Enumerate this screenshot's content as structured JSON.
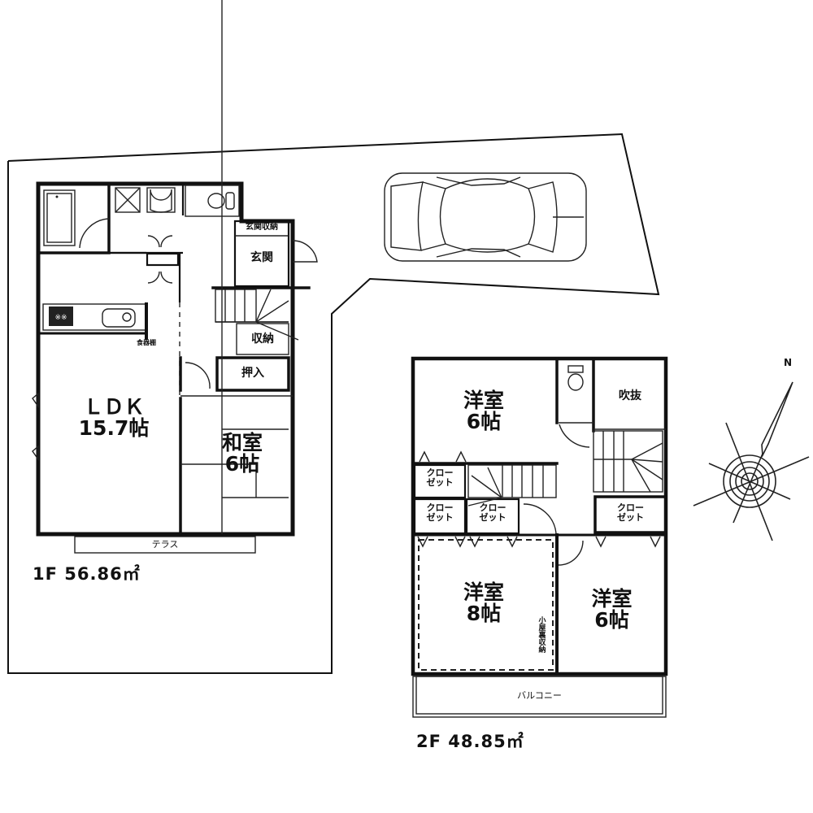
{
  "floor_1": {
    "area_label": "1F  56.86㎡",
    "rooms": {
      "ldk": {
        "name": "ＬＤＫ",
        "size": "15.7帖"
      },
      "washitsu": {
        "name": "和室",
        "size": "6帖"
      },
      "genkan": "玄関",
      "genkan_storage": "玄関収納",
      "storage": "収納",
      "oshiire": "押入",
      "terrace": "テラス",
      "cupboard": "食器棚"
    }
  },
  "floor_2": {
    "area_label": "2F  48.85㎡",
    "rooms": {
      "western_top": {
        "name": "洋室",
        "size": "6帖"
      },
      "western_8": {
        "name": "洋室",
        "size": "8帖"
      },
      "western_6": {
        "name": "洋室",
        "size": "6帖"
      },
      "fukinuke": "吹抜",
      "closet_a": "クロー\nゼット",
      "closet_b": "クロー\nゼット",
      "closet_c": "クロー\nゼット",
      "closet_d": "クロー\nゼット",
      "attic_storage": "小屋裏収納",
      "balcony": "バルコニー"
    }
  },
  "compass": {
    "north_label": "N"
  },
  "site": {
    "parking": "car-icon"
  }
}
